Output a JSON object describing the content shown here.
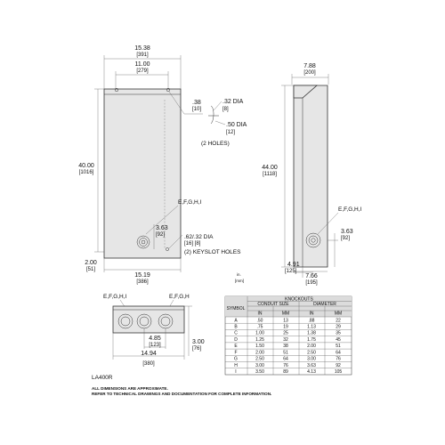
{
  "front": {
    "width_top": "15.38",
    "width_top_mm": "[391]",
    "width_inner": "11.00",
    "width_inner_mm": "[279]",
    "height": "40.00",
    "height_mm": "[1016]",
    "bottom_offset": "2.00",
    "bottom_offset_mm": "[51]",
    "width_bottom": "15.19",
    "width_bottom_mm": "[386]",
    "hole_offset": ".38",
    "hole_offset_mm": "[10]",
    "hole_small": ".32 DIA",
    "hole_small_mm": "[8]",
    "hole_large": ".50 DIA",
    "hole_large_mm": "[12]",
    "holes_note": "(2 HOLES)",
    "knockout_label": "E,F,G,H,I",
    "ko_height": "3.63",
    "ko_height_mm": "[92]",
    "keyslot_dim": ".62/.32 DIA",
    "keyslot_dim_mm": "[16]  [8]",
    "keyslot_note": "(2) KEYSLOT HOLES"
  },
  "units_legend": {
    "inch": "in.",
    "mm": "[mm]"
  },
  "side": {
    "depth": "7.88",
    "depth_mm": "[200]",
    "height": "44.00",
    "height_mm": "[1118]",
    "knockout_label": "E,F,G,H,I",
    "ko_height": "3.63",
    "ko_height_mm": "[92]",
    "bottom_offset": "4.91",
    "bottom_offset_mm": "[125]",
    "ko_depth": "7.66",
    "ko_depth_mm": "[195]"
  },
  "bottom": {
    "label_left": "E,F,G,H,I",
    "label_right": "E,F,G,H",
    "spacing": "4.85",
    "spacing_mm": "[123]",
    "width": "14.94",
    "width_mm": "[380]",
    "depth": "3.00",
    "depth_mm": "[76]"
  },
  "table": {
    "title": "KNOCKOUTS",
    "col_symbol": "SYMBOL",
    "col_conduit": "CONDUIT  SIZE",
    "col_diameter": "DIAMETER",
    "sub_in": "IN",
    "sub_mm": "MM",
    "rows": [
      [
        "A",
        ".50",
        "13",
        ".88",
        "22"
      ],
      [
        "B",
        ".75",
        "19",
        "1.13",
        "29"
      ],
      [
        "C",
        "1.00",
        "25",
        "1.38",
        "35"
      ],
      [
        "D",
        "1.25",
        "32",
        "1.75",
        "45"
      ],
      [
        "E",
        "1.50",
        "38",
        "2.00",
        "51"
      ],
      [
        "F",
        "2.00",
        "51",
        "2.50",
        "64"
      ],
      [
        "G",
        "2.50",
        "64",
        "3.00",
        "76"
      ],
      [
        "H",
        "3.00",
        "76",
        "3.63",
        "92"
      ],
      [
        "I",
        "3.50",
        "89",
        "4.13",
        "105"
      ]
    ]
  },
  "model": "LA400R",
  "footnote": {
    "line1": "ALL DIMENSIONS ARE APPROXIMATE.",
    "line2": "REFER TO TECHNICAL DRAWINGS AND DOCUMENTATION FOR COMPLETE INFORMATION."
  }
}
